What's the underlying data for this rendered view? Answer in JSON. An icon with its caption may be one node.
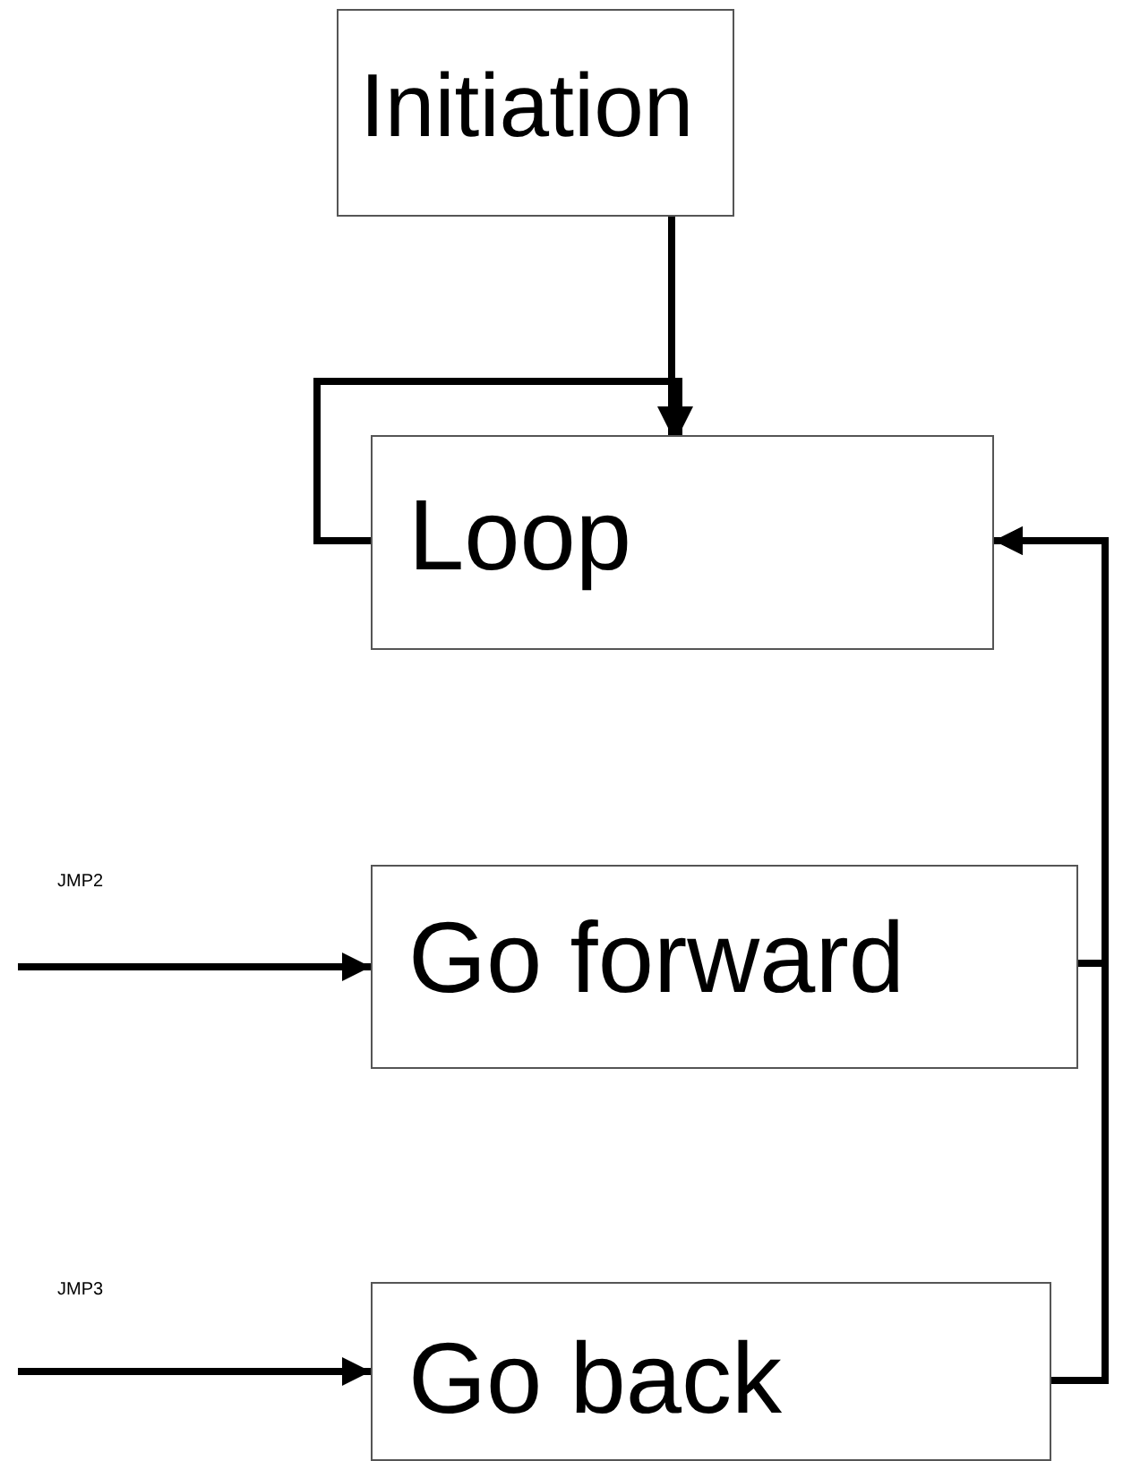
{
  "diagram": {
    "nodes": [
      {
        "text": [
          "Initiation"
        ]
      },
      {
        "text": [
          "Loop"
        ]
      },
      {
        "text": [
          "Go forward"
        ]
      },
      {
        "text": [
          "Go back"
        ]
      }
    ],
    "edges": [
      {
        "from": 0,
        "to": 1,
        "arrow": "to"
      },
      {
        "from": 1,
        "to": 1,
        "arrow": "to"
      },
      {
        "from": 2,
        "to": 1,
        "arrow": "to"
      },
      {
        "from": 3,
        "to": 1,
        "arrow": "to"
      },
      {
        "from": null,
        "to": 2,
        "arrow": "to"
      },
      {
        "from": null,
        "to": 3,
        "arrow": "to"
      }
    ],
    "labels": [
      "JMP2",
      "JMP3"
    ]
  }
}
